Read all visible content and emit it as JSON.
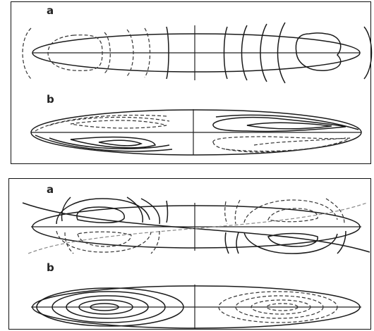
{
  "figure_top": {
    "label_a": "a",
    "label_b": "b"
  },
  "figure_bottom": {
    "label_a": "a",
    "label_b": "b"
  },
  "colors": {
    "ink": "#1a1a1a",
    "dashed_grey": "#888888",
    "background": "#ffffff"
  }
}
